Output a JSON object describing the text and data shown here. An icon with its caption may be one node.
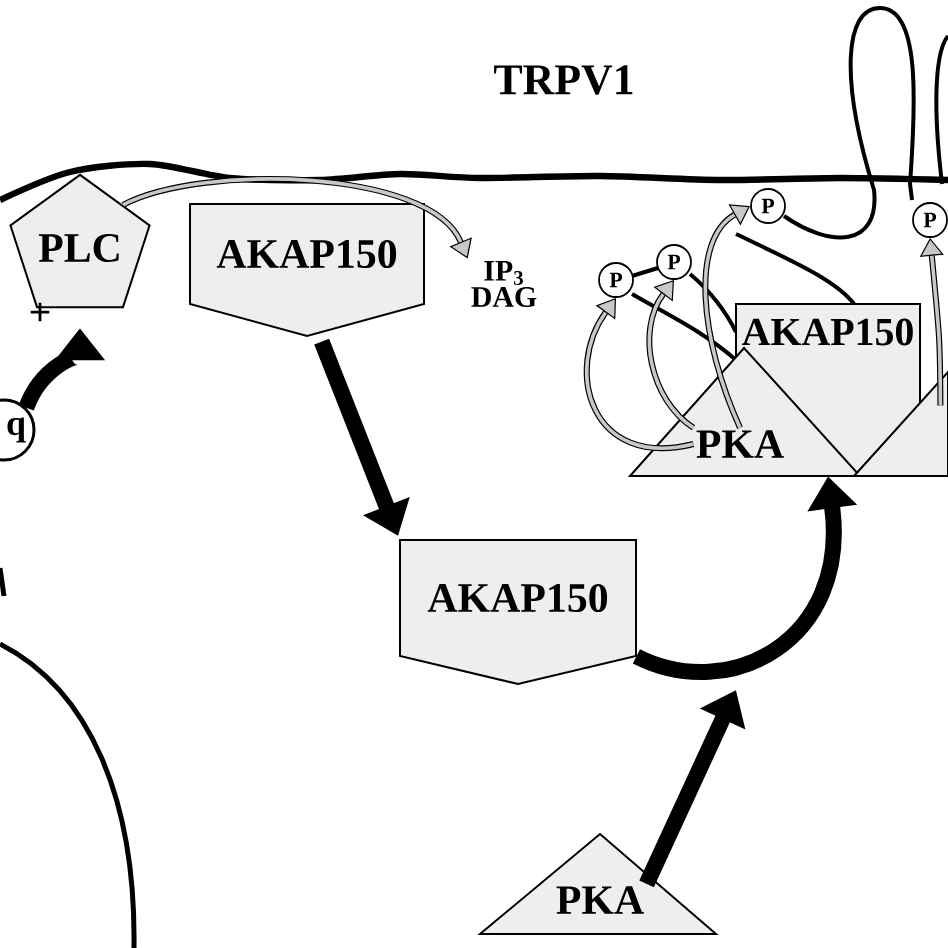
{
  "diagram": {
    "nodes": [
      {
        "text": [
          "PLC"
        ]
      },
      {
        "text": [
          "AKAP150"
        ]
      },
      {
        "text": [
          "IP$_{3}$ DAG"
        ]
      },
      {
        "text": [
          "P"
        ]
      },
      {
        "text": [
          "P"
        ]
      },
      {
        "text": [
          "P"
        ]
      },
      {
        "text": [
          "P"
        ]
      },
      {
        "text": [
          "AKAP150"
        ]
      },
      {
        "text": [
          "PKA"
        ]
      },
      {
        "text": [],
        "shape": "triangle"
      },
      {
        "text": [
          "q"
        ]
      },
      {
        "text": [
          "AKAP150"
        ]
      },
      {
        "text": [
          "PKA"
        ]
      }
    ],
    "edges": [
      {
        "from": 10,
        "to": 0,
        "arrow": "to",
        "style": "thick",
        "color": "#000000"
      },
      {
        "from": 0,
        "to": 2,
        "arrow": "to"
      },
      {
        "from": 1,
        "to": 11,
        "arrow": "to",
        "style": "thick",
        "color": "#000000"
      },
      {
        "from": 11,
        "to": 7,
        "arrow": "to",
        "style": "thick",
        "color": "#000000"
      },
      {
        "from": 12,
        "to": null,
        "arrow": "to",
        "style": "thick",
        "color": "#000000"
      },
      {
        "from": 8,
        "to": 3,
        "arrow": "to"
      },
      {
        "from": 8,
        "to": 4,
        "arrow": "to"
      },
      {
        "from": 8,
        "to": 5,
        "arrow": "to"
      },
      {
        "from": 9,
        "to": 6,
        "arrow": "to"
      }
    ],
    "labels": [
      "TRPV1",
      "+"
    ]
  }
}
